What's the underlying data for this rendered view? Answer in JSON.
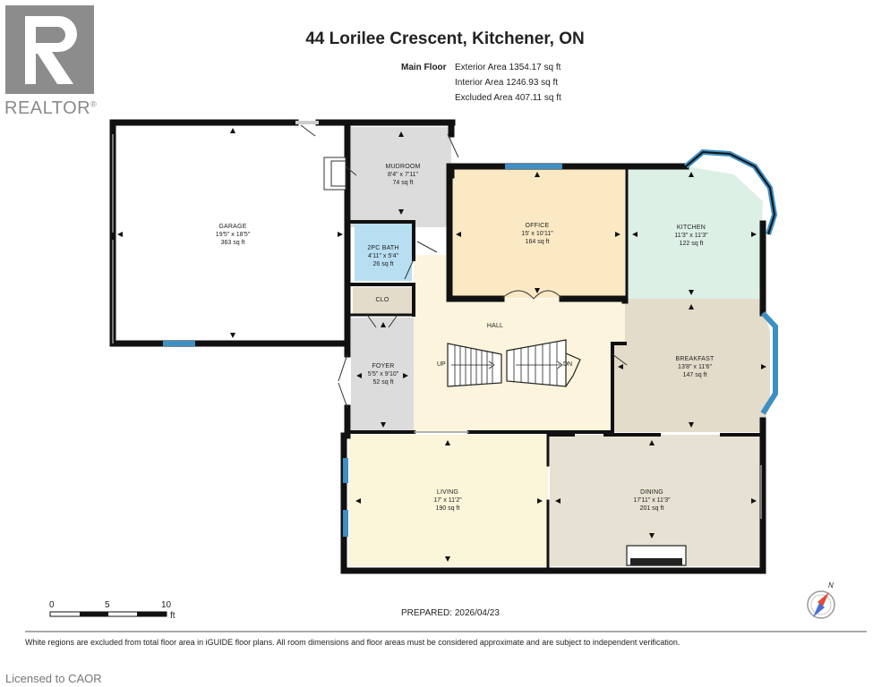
{
  "header": {
    "title": "44 Lorilee Crescent, Kitchener, ON",
    "floor_label": "Main Floor",
    "exterior_area": "Exterior Area 1354.17 sq ft",
    "interior_area": "Interior Area 1246.93 sq ft",
    "excluded_area": "Excluded Area 407.11 sq ft"
  },
  "logo": {
    "text": "REALTOR",
    "mark": "®"
  },
  "rooms": {
    "garage": {
      "name": "GARAGE",
      "dims": "19'5\" x 18'5\"",
      "area": "363 sq ft"
    },
    "mudroom": {
      "name": "MUDROOM",
      "dims": "8'4\" x 7'11\"",
      "area": "74 sq ft"
    },
    "bath": {
      "name": "2PC BATH",
      "dims": "4'11\" x 5'4\"",
      "area": "26 sq ft"
    },
    "clo": {
      "name": "CLO"
    },
    "office": {
      "name": "OFFICE",
      "dims": "15' x 10'11\"",
      "area": "164 sq ft"
    },
    "kitchen": {
      "name": "KITCHEN",
      "dims": "11'3\" x 11'3\"",
      "area": "122 sq ft"
    },
    "hall": {
      "name": "HALL"
    },
    "foyer": {
      "name": "FOYER",
      "dims": "5'5\" x 9'10\"",
      "area": "52 sq ft"
    },
    "breakfast": {
      "name": "BREAKFAST",
      "dims": "13'8\" x 11'6\"",
      "area": "147 sq ft"
    },
    "living": {
      "name": "LIVING",
      "dims": "17' x 11'2\"",
      "area": "190 sq ft"
    },
    "dining": {
      "name": "DINING",
      "dims": "17'11\" x 11'3\"",
      "area": "201 sq ft"
    }
  },
  "stairs": {
    "up": "UP",
    "down": "DN"
  },
  "scale": {
    "zero": "0",
    "five": "5",
    "ten": "10",
    "unit": "ft"
  },
  "compass": {
    "north": "N"
  },
  "prepared": "PREPARED: 2026/04/23",
  "footer_note": "White regions are excluded from total floor area in iGUIDE floor plans. All room dimensions and floor areas must be considered approximate and are subject to independent verification.",
  "license": "Licensed to CAOR",
  "colors": {
    "wall": "#111111",
    "window": "#3d8fc4",
    "mudroom_fill": "#dcdcdc",
    "bath_fill": "#b8def2",
    "office_fill": "#fbe9c4",
    "kitchen_fill": "#dcf0e6",
    "hall_fill": "#fcf4dc",
    "breakfast_fill": "#e4dccb",
    "living_fill": "#fbf5d9",
    "dining_fill": "#e6e1d2",
    "clo_fill": "#e4dccb"
  }
}
